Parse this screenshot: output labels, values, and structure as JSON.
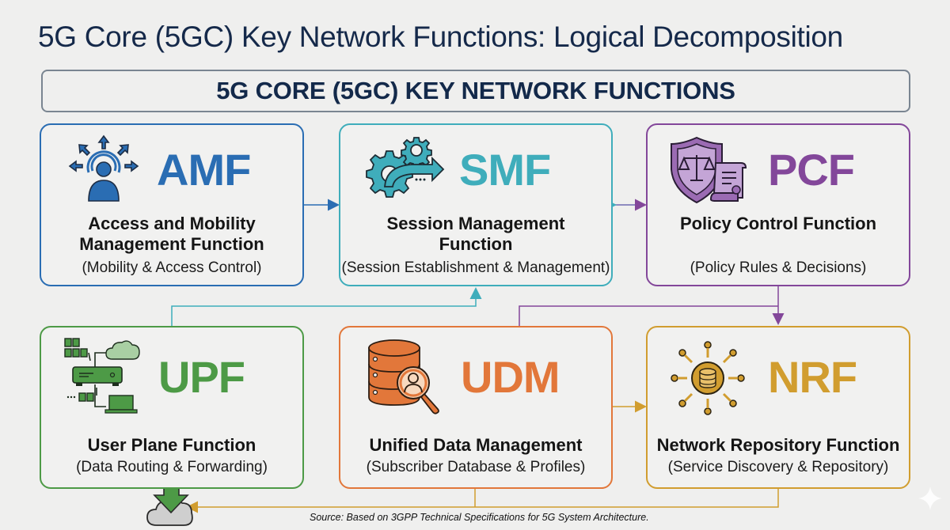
{
  "title": "5G Core (5GC) Key Network Functions: Logical Decomposition",
  "banner": "5G CORE (5GC) KEY NETWORK FUNCTIONS",
  "functions": {
    "amf": {
      "abbr": "AMF",
      "name_line1": "Access and Mobility",
      "name_line2": "Management Function",
      "desc": "(Mobility & Access Control)",
      "color": "#2a6db3",
      "icon": "user-broadcast-icon"
    },
    "smf": {
      "abbr": "SMF",
      "name_line1": "Session Management",
      "name_line2": "Function",
      "desc": "(Session Establishment & Management)",
      "color": "#3fadbb",
      "icon": "gears-arrow-icon"
    },
    "pcf": {
      "abbr": "PCF",
      "name_line1": "Policy Control Function",
      "desc": "(Policy Rules & Decisions)",
      "color": "#83479a",
      "icon": "shield-scales-scroll-icon"
    },
    "upf": {
      "abbr": "UPF",
      "name_line1": "User Plane Function",
      "desc": "(Data Routing & Forwarding)",
      "color": "#4d9a46",
      "icon": "router-packets-icon"
    },
    "udm": {
      "abbr": "UDM",
      "name_line1": "Unified Data Management",
      "desc": "(Subscriber Database & Profiles)",
      "color": "#e2773a",
      "icon": "database-search-user-icon"
    },
    "nrf": {
      "abbr": "NRF",
      "name_line1": "Network Repository Function",
      "desc": "(Service Discovery & Repository)",
      "color": "#d19d2f",
      "icon": "hub-database-icon"
    }
  },
  "source": "Source: Based on 3GPP Technical Specifications for 5G System Architecture."
}
